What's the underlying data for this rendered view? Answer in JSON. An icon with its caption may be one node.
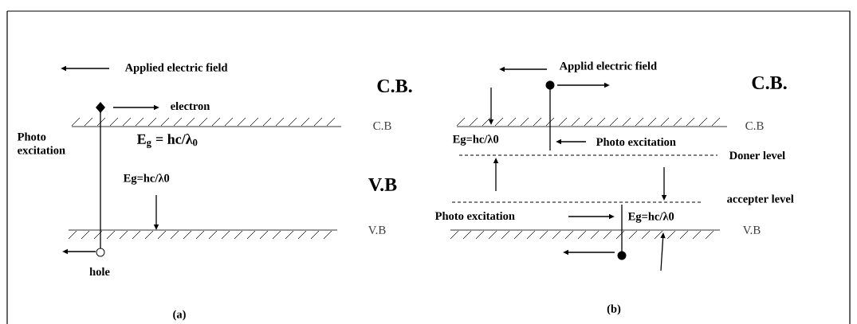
{
  "diagram": {
    "labels": [
      "Applied electric field",
      "C.B.",
      "electron",
      "C.B",
      "E$_{g}$ = hc/λ$_{0}$",
      "Photo excitation",
      "Eg=hc/λ0",
      "V.B",
      "V.B",
      "hole",
      "(a)",
      "Applid electric field",
      "C.B.",
      "C.B",
      "Eg=hc/λ0",
      "Photo excitation",
      "Doner level",
      "accepter level",
      "Photo excitation",
      "Eg=hc/λ0",
      "V.B",
      "(b)"
    ]
  }
}
